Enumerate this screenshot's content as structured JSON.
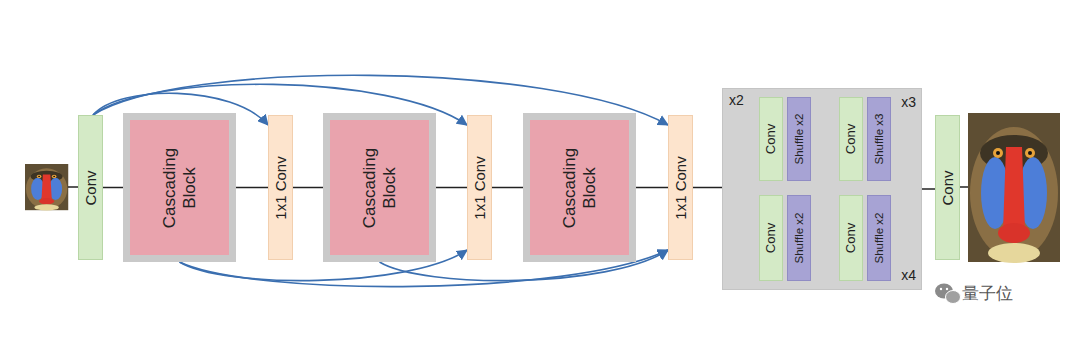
{
  "diagram": {
    "nodes": [
      {
        "text": [
          "Conv"
        ]
      },
      {
        "text": [
          "Cascading Block"
        ]
      },
      {
        "text": [
          "1x1 Conv"
        ]
      },
      {
        "text": [
          "Cascading Block"
        ]
      },
      {
        "text": [
          "1x1 Conv"
        ]
      },
      {
        "text": [
          "Cascading Block"
        ]
      },
      {
        "text": [
          "1x1 Conv"
        ]
      },
      {
        "text": [
          "x2",
          "x3",
          "x4"
        ]
      },
      {
        "text": [
          "Conv"
        ],
        "in": 7
      },
      {
        "text": [
          "Shuffle x2"
        ],
        "in": 7
      },
      {
        "text": [
          "Conv"
        ],
        "in": 7
      },
      {
        "text": [
          "Shuffle x3"
        ],
        "in": 7
      },
      {
        "text": [
          "Conv"
        ],
        "in": 7
      },
      {
        "text": [
          "Shuffle x2"
        ],
        "in": 7
      },
      {
        "text": [
          "Conv"
        ],
        "in": 7
      },
      {
        "text": [
          "Shuffle x2"
        ],
        "in": 7
      },
      {
        "text": [
          "Conv"
        ]
      }
    ],
    "edges": [
      {
        "from": 0,
        "to": 1,
        "arrow": "none"
      },
      {
        "from": 1,
        "to": 2,
        "arrow": "none"
      },
      {
        "from": 2,
        "to": 3,
        "arrow": "none"
      },
      {
        "from": 3,
        "to": 4,
        "arrow": "none"
      },
      {
        "from": 4,
        "to": 5,
        "arrow": "none"
      },
      {
        "from": 5,
        "to": 6,
        "arrow": "none"
      },
      {
        "from": 6,
        "to": 7,
        "arrow": "none"
      },
      {
        "from": 9,
        "to": 10,
        "arrow": "none"
      },
      {
        "from": 13,
        "to": 14,
        "arrow": "none"
      },
      {
        "from": 7,
        "to": 16,
        "arrow": "none"
      },
      {
        "from": 0,
        "to": 2,
        "arrow": "to"
      },
      {
        "from": 0,
        "to": 4,
        "arrow": "to"
      },
      {
        "from": 0,
        "to": 6,
        "arrow": "to"
      },
      {
        "from": 1,
        "to": 4,
        "arrow": "to"
      },
      {
        "from": 1,
        "to": 6,
        "arrow": "to"
      },
      {
        "from": 3,
        "to": 6,
        "arrow": "to"
      }
    ],
    "labels": [
      "量子位"
    ]
  }
}
